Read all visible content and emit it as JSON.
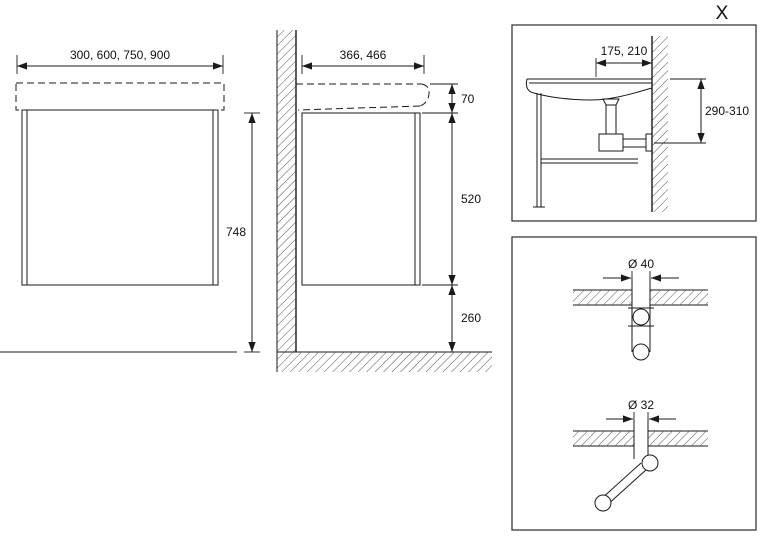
{
  "detail_marker": "X",
  "front_view": {
    "width_options_mm": "300, 600, 750, 900"
  },
  "side_view": {
    "depth_options_mm": "366, 466",
    "overall_height_mm": "748",
    "washbasin_height_mm": "70",
    "cabinet_height_mm": "520",
    "floor_clearance_mm": "260"
  },
  "detail_x": {
    "wall_offset_mm": "175, 210",
    "outlet_height_mm": "290-310"
  },
  "pipe_detail": {
    "upper_pipe_diameter": "Ø 40",
    "lower_pipe_diameter": "Ø 32"
  },
  "colors": {
    "line": "#1a1a1a",
    "hatch": "#555555",
    "panel_border": "#3a3a3a",
    "background": "#ffffff"
  }
}
